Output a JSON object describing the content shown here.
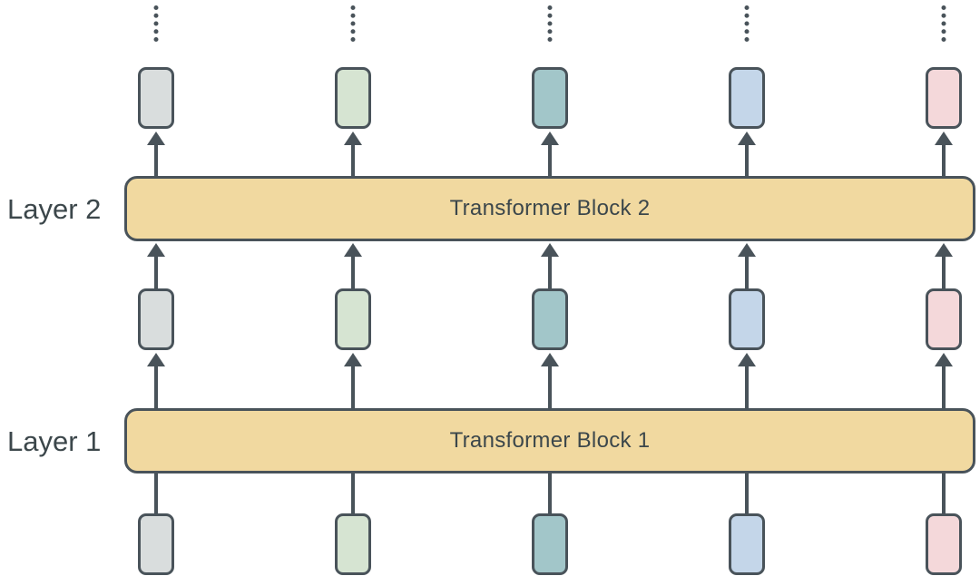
{
  "diagram": {
    "layers": [
      {
        "label": "Layer 2",
        "block_label": "Transformer Block 2"
      },
      {
        "label": "Layer 1",
        "block_label": "Transformer Block 1"
      }
    ],
    "tokens": [
      {
        "name": "token-gray",
        "fill": "#d9dddd"
      },
      {
        "name": "token-green",
        "fill": "#d6e4d2"
      },
      {
        "name": "token-teal",
        "fill": "#a2c6c9"
      },
      {
        "name": "token-blue",
        "fill": "#c4d6e9"
      },
      {
        "name": "token-pink",
        "fill": "#f4d8da"
      }
    ],
    "colors": {
      "line": "#49535a",
      "block_fill": "#f1d9a0",
      "text": "#3c474b"
    },
    "icons": {
      "arrowhead": "upward-triangle",
      "continuation": "vertical-dotted-line"
    }
  }
}
